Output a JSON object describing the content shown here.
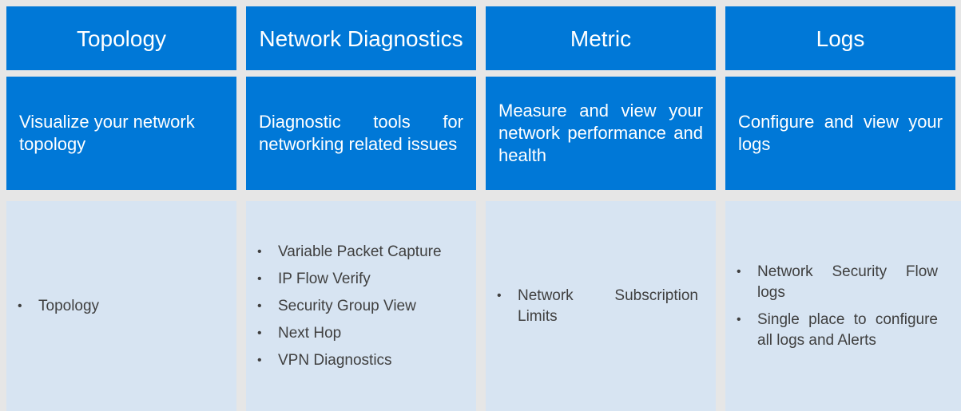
{
  "colors": {
    "tile_blue": "#0078d7",
    "panel_light_blue": "#d7e4f2",
    "page_background": "#e6e6e6",
    "tile_text": "#ffffff",
    "list_text": "#3f3f3f"
  },
  "bullet": "•",
  "columns": [
    {
      "title": "Topology",
      "description": "Visualize your network topology",
      "items": [
        "Topology"
      ]
    },
    {
      "title": "Network Diagnostics",
      "description": "Diagnostic tools for networking related issues",
      "items": [
        "Variable Packet Capture",
        "IP Flow Verify",
        "Security Group View",
        "Next Hop",
        "VPN Diagnostics"
      ]
    },
    {
      "title": "Metric",
      "description": "Measure and view your network performance and health",
      "items": [
        "Network Subscription Limits"
      ]
    },
    {
      "title": "Logs",
      "description": "Configure and view your logs",
      "items": [
        "Network Security Flow logs",
        "Single place to configure all logs and Alerts"
      ]
    }
  ]
}
